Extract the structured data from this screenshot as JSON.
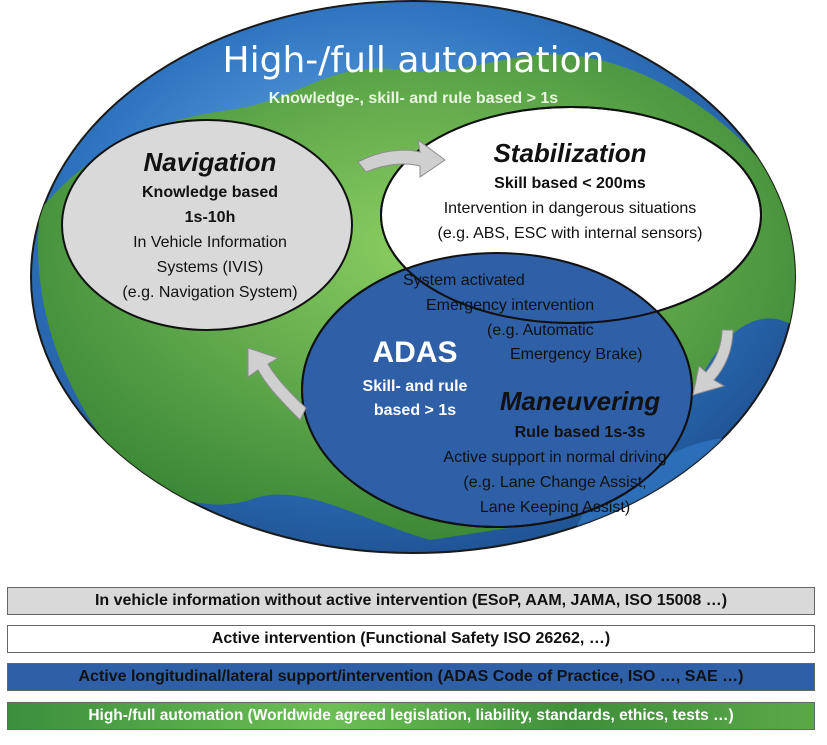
{
  "outer": {
    "title": "High-/full automation",
    "subtitle": "Knowledge-, skill- and rule based  > 1s"
  },
  "navigation": {
    "title": "Navigation",
    "timing_label": "Knowledge based",
    "timing": "1s-10h",
    "desc_line1": "In Vehicle Information",
    "desc_line2": "Systems (IVIS)",
    "desc_line3": "(e.g. Navigation System)"
  },
  "stabilization": {
    "title": "Stabilization",
    "timing": "Skill based < 200ms",
    "desc_line1": "Intervention in dangerous situations",
    "desc_line2": "(e.g. ABS, ESC with internal sensors)"
  },
  "overlap": {
    "line1": "System activated",
    "line2": "Emergency intervention",
    "line3": "(e.g. Automatic",
    "line4": "Emergency Brake)"
  },
  "adas": {
    "title": "ADAS",
    "line1": "Skill- and rule",
    "line2": "based  > 1s"
  },
  "maneuvering": {
    "title": "Maneuvering",
    "timing": "Rule based 1s-3s",
    "desc_line1": "Active support in normal driving",
    "desc_line2": "(e.g. Lane Change Assist,",
    "desc_line3": "Lane Keeping Assist)"
  },
  "bars": [
    {
      "label": "In vehicle information without active intervention  (ESoP, AAM, JAMA, ISO 15008 …)",
      "color": "#d9d9d9"
    },
    {
      "label": "Active intervention (Functional Safety ISO 26262, …)",
      "color": "#ffffff"
    },
    {
      "label": "Active longitudinal/lateral support/intervention (ADAS Code of Practice, ISO …, SAE …)",
      "color": "#2f5fa7"
    },
    {
      "label": "High-/full automation (Worldwide agreed legislation, liability, standards, ethics, tests …)",
      "color": "#3c8f3c"
    }
  ],
  "colors": {
    "ocean": "#2f74c0",
    "land": "#3f9a35",
    "navigation_fill": "#d9d9d9",
    "stabilization_fill": "#ffffff",
    "maneuvering_fill": "#2f5fa7",
    "arrow": "#cfcfcf"
  },
  "icons": [
    "cycle-arrow-icon",
    "cycle-arrow-icon",
    "cycle-arrow-icon"
  ]
}
